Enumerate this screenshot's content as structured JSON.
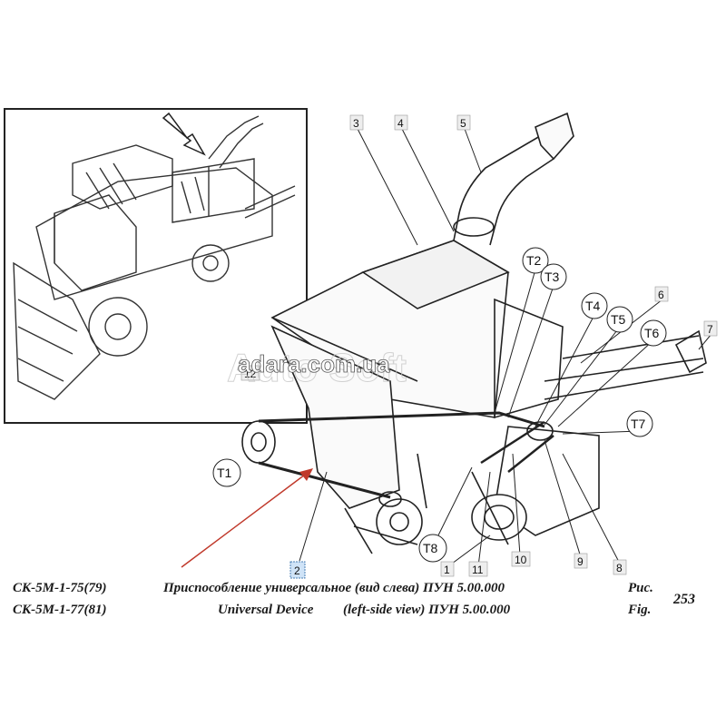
{
  "callouts": [
    "1",
    "2",
    "3",
    "4",
    "5",
    "6",
    "7",
    "8",
    "9",
    "10",
    "11",
    "12"
  ],
  "points": [
    "T1",
    "T2",
    "T3",
    "T4",
    "T5",
    "T6",
    "T7",
    "T8"
  ],
  "watermark": {
    "url": "adara.com.ua",
    "brand": "Auto Soft"
  },
  "caption": {
    "model_1": "СК-5М-1-75(79)",
    "model_2": "СК-5М-1-77(81)",
    "title_ru": "Приспособление универсальное (вид слева) ПУН 5.00.000",
    "title_en_1": "Universal Device",
    "title_en_2": "(left-side view) ПУН 5.00.000",
    "fig_ru": "Рис.",
    "fig_en": "Fig.",
    "fig_number": "253"
  },
  "colors": {
    "line": "#222222",
    "arrow": "#c0392b",
    "highlight": "#cfe3f7",
    "watermark": "#bfbfbf"
  }
}
